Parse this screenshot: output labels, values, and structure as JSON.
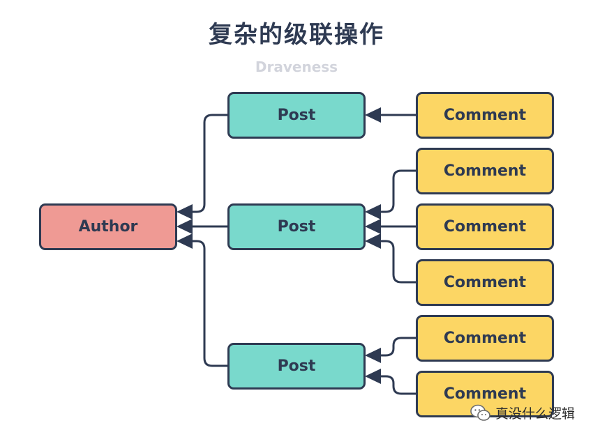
{
  "header": {
    "title": "复杂的级联操作",
    "subtitle": "Draveness"
  },
  "nodes": {
    "author": "Author",
    "post_1": "Post",
    "post_2": "Post",
    "post_3": "Post",
    "comment_1": "Comment",
    "comment_2": "Comment",
    "comment_3": "Comment",
    "comment_4": "Comment",
    "comment_5": "Comment",
    "comment_6": "Comment"
  },
  "edges": [
    {
      "from": "post_1",
      "to": "author"
    },
    {
      "from": "post_2",
      "to": "author"
    },
    {
      "from": "post_3",
      "to": "author"
    },
    {
      "from": "comment_1",
      "to": "post_1"
    },
    {
      "from": "comment_2",
      "to": "post_2"
    },
    {
      "from": "comment_3",
      "to": "post_2"
    },
    {
      "from": "comment_4",
      "to": "post_2"
    },
    {
      "from": "comment_5",
      "to": "post_3"
    },
    {
      "from": "comment_6",
      "to": "post_3"
    }
  ],
  "colors": {
    "stroke": "#2e3a52",
    "author": "#ef9a94",
    "post": "#79d9cc",
    "comment": "#fcd664",
    "subtitle": "#d2d4dc"
  },
  "watermark": {
    "text": "真没什么逻辑",
    "icon": "wechat-logo-icon"
  }
}
